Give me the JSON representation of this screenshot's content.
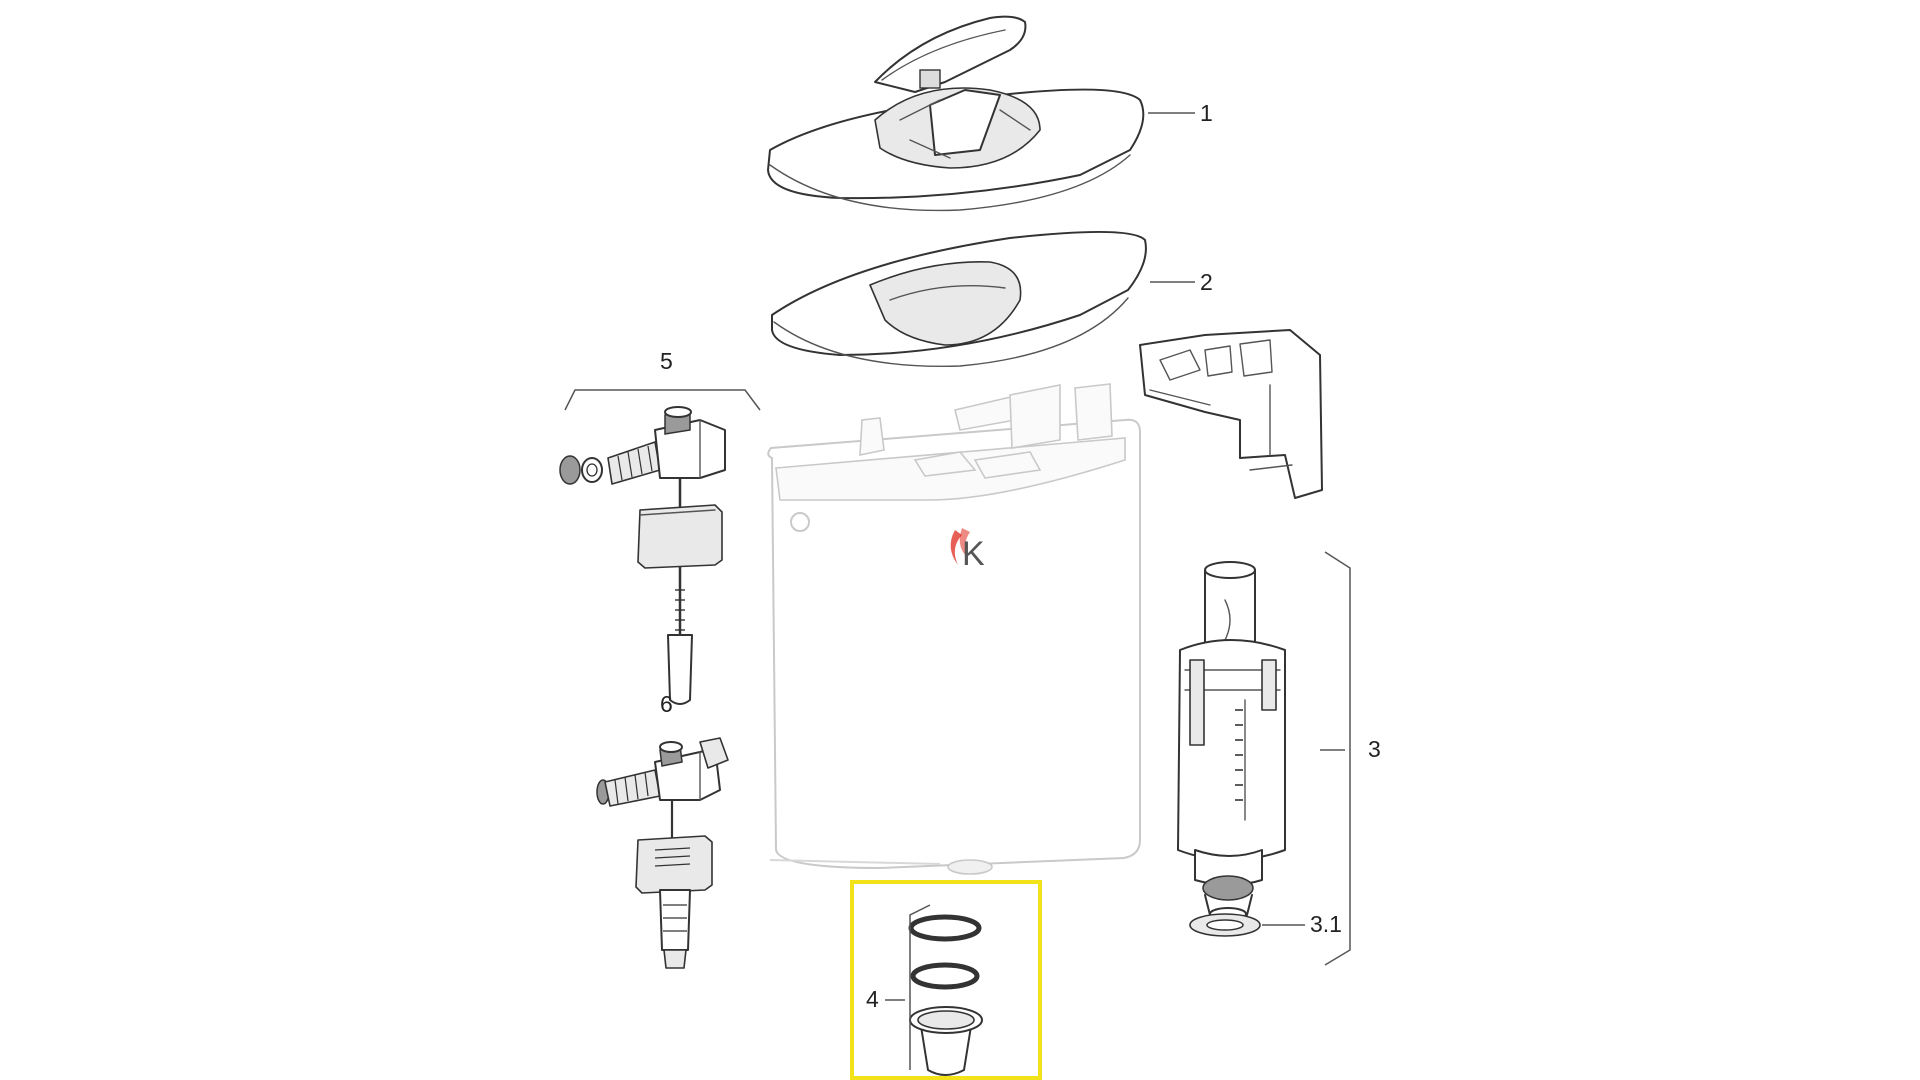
{
  "diagram": {
    "labels": {
      "part_1": "1",
      "part_2": "2",
      "part_3": "3",
      "part_3_1": "3.1",
      "part_4": "4",
      "part_5": "5",
      "part_6": "6"
    },
    "watermark_logo": "K",
    "highlight_color": "#f2e21a",
    "watermark_color": "#e0291f"
  }
}
